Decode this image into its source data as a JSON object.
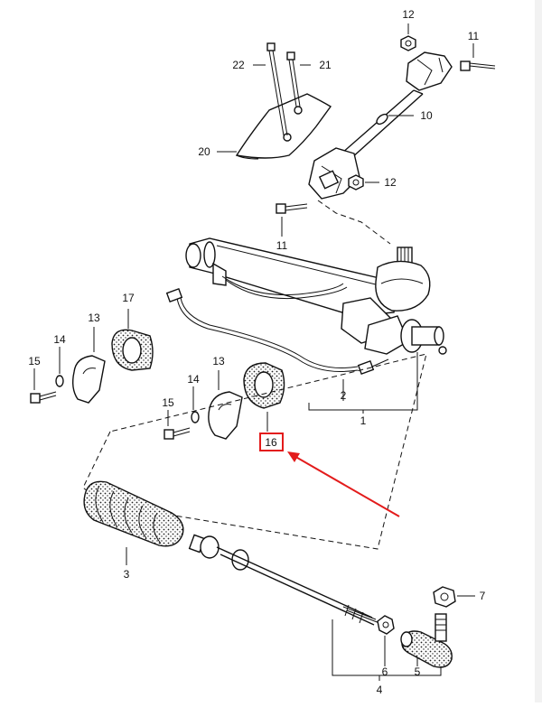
{
  "diagram": {
    "callouts": [
      {
        "id": "c12a",
        "text": "12"
      },
      {
        "id": "c11a",
        "text": "11"
      },
      {
        "id": "c22",
        "text": "22"
      },
      {
        "id": "c21",
        "text": "21"
      },
      {
        "id": "c10",
        "text": "10"
      },
      {
        "id": "c20",
        "text": "20"
      },
      {
        "id": "c12b",
        "text": "12"
      },
      {
        "id": "c11b",
        "text": "11"
      },
      {
        "id": "c17",
        "text": "17"
      },
      {
        "id": "c13a",
        "text": "13"
      },
      {
        "id": "c14a",
        "text": "14"
      },
      {
        "id": "c15a",
        "text": "15"
      },
      {
        "id": "c13b",
        "text": "13"
      },
      {
        "id": "c14b",
        "text": "14"
      },
      {
        "id": "c15b",
        "text": "15"
      },
      {
        "id": "c16",
        "text": "16"
      },
      {
        "id": "c2",
        "text": "2"
      },
      {
        "id": "c1",
        "text": "1"
      },
      {
        "id": "c3",
        "text": "3"
      },
      {
        "id": "c7",
        "text": "7"
      },
      {
        "id": "c6",
        "text": "6"
      },
      {
        "id": "c5",
        "text": "5"
      },
      {
        "id": "c4",
        "text": "4"
      }
    ],
    "highlight": {
      "target": "16",
      "box_color": "#e31b1b",
      "arrow_color": "#e31b1b"
    }
  }
}
